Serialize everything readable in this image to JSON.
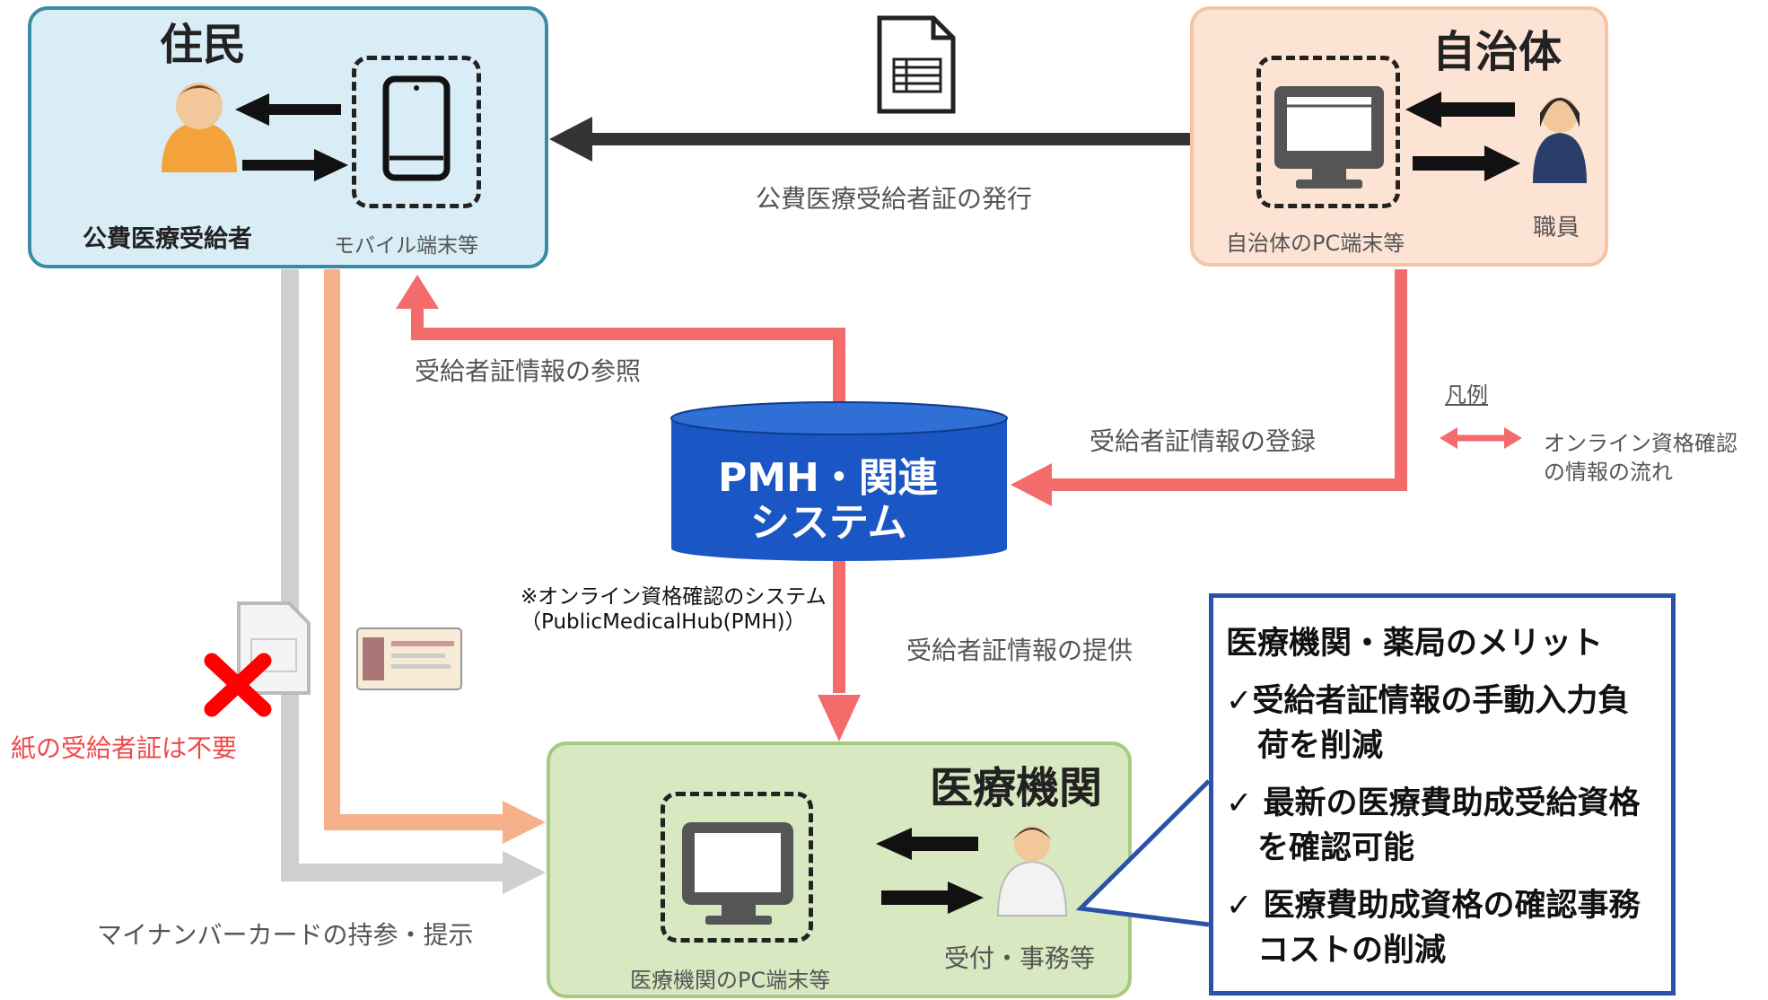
{
  "resident": {
    "title": "住民",
    "person_label": "公費医療受給者",
    "device_label": "モバイル端末等"
  },
  "municipality": {
    "title": "自治体",
    "device_label": "自治体のPC端末等",
    "staff_label": "職員"
  },
  "medical": {
    "title": "医療機関",
    "device_label": "医療機関のPC端末等",
    "staff_label": "受付・事務等"
  },
  "system": {
    "line1": "PMH・関連",
    "line2": "システム",
    "note_line1": "※オンライン資格確認のシステム",
    "note_line2": "（PublicMedicalHub(PMH)）"
  },
  "flows": {
    "issue": "公費医療受給者証の発行",
    "reference": "受給者証情報の参照",
    "register": "受給者証情報の登録",
    "provide": "受給者証情報の提供",
    "card": "マイナンバーカードの持参・提示",
    "no_paper": "紙の受給者証は不要"
  },
  "legend": {
    "title": "凡例",
    "line1": "オンライン資格確認",
    "line2": "の情報の流れ"
  },
  "merits": {
    "title": "医療機関・薬局のメリット",
    "item1_line1": "✓受給者証情報の手動入力負",
    "item1_line2": "　荷を削減",
    "item2_line1": "✓ 最新の医療費助成受給資格",
    "item2_line2": "　を確認可能",
    "item3_line1": "✓ 医療費助成資格の確認事務",
    "item3_line2": "　コストの削減"
  },
  "colors": {
    "flow": "#f46b6b",
    "resident_bg": "#d9edf7",
    "municipality_bg": "#fde3d3",
    "medical_bg": "#d8e8c1",
    "system": "#1a56c4",
    "merit_border": "#2a52a8"
  }
}
